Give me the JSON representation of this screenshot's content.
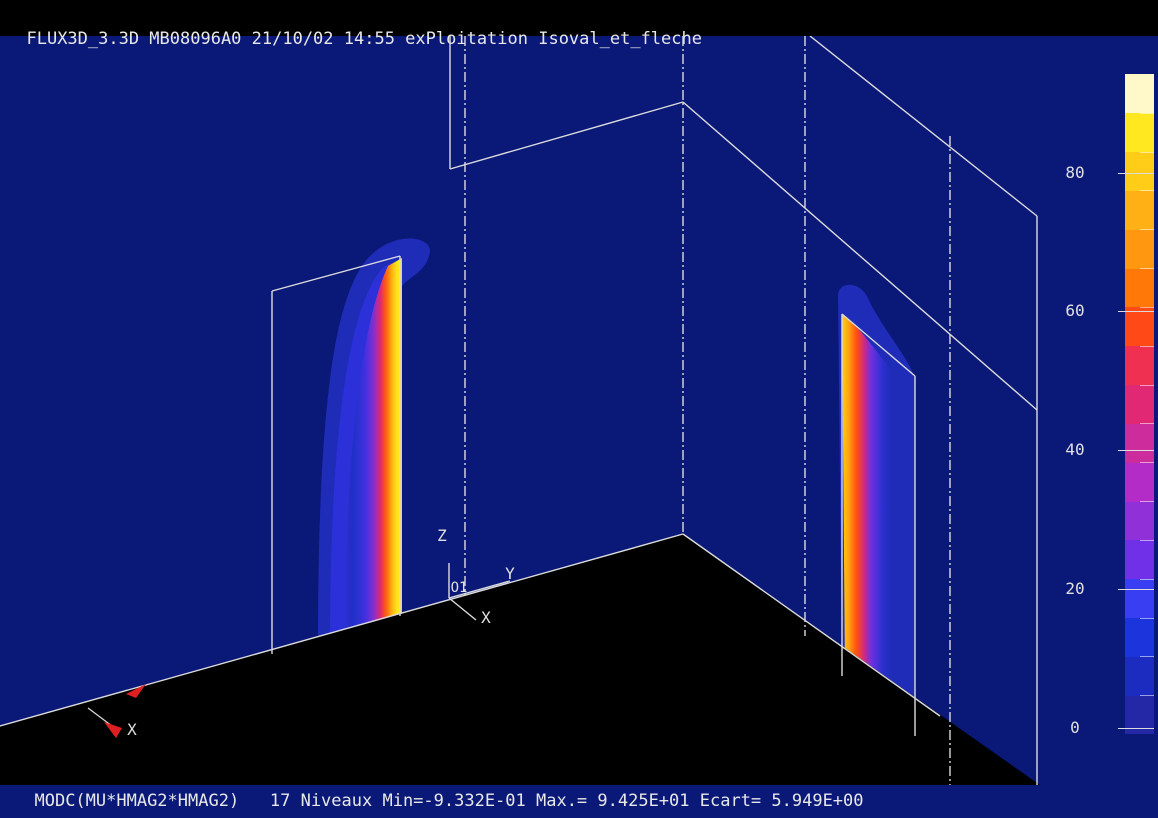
{
  "window": {
    "title": "FLUX3D_3.3D MB08096A0 21/10/02 14:55 exPloitation Isoval_et_fleche"
  },
  "status": {
    "text": "MODC(MU*HMAG2*HMAG2)   17 Niveaux Min=-9.332E-01 Max.= 9.425E+01 Ecart= 5.949E+00"
  },
  "axes": {
    "z_label": "Z",
    "y_label": "Y",
    "x_label": "X",
    "origin_label": "O1",
    "arrow_label": "X"
  },
  "colorbar": {
    "levels": 17,
    "min": -0.9332,
    "max": 94.25,
    "step": 5.949,
    "tick_labels": [
      "80",
      "60",
      "40",
      "20",
      "0"
    ],
    "tick_values": [
      80,
      60,
      40,
      20,
      0
    ],
    "colors": [
      "#2428a6",
      "#1c2cc0",
      "#1c34dc",
      "#3a3ef2",
      "#7030e8",
      "#9030d8",
      "#b42cc8",
      "#cc2c9c",
      "#e02874",
      "#f03050",
      "#ff4a18",
      "#ff7808",
      "#ff9810",
      "#ffb014",
      "#ffcc18",
      "#ffe820",
      "#fff8c8"
    ]
  },
  "colors": {
    "background": "#0a1878",
    "floor": "#000000",
    "wireframe": "#dcdcdc"
  }
}
